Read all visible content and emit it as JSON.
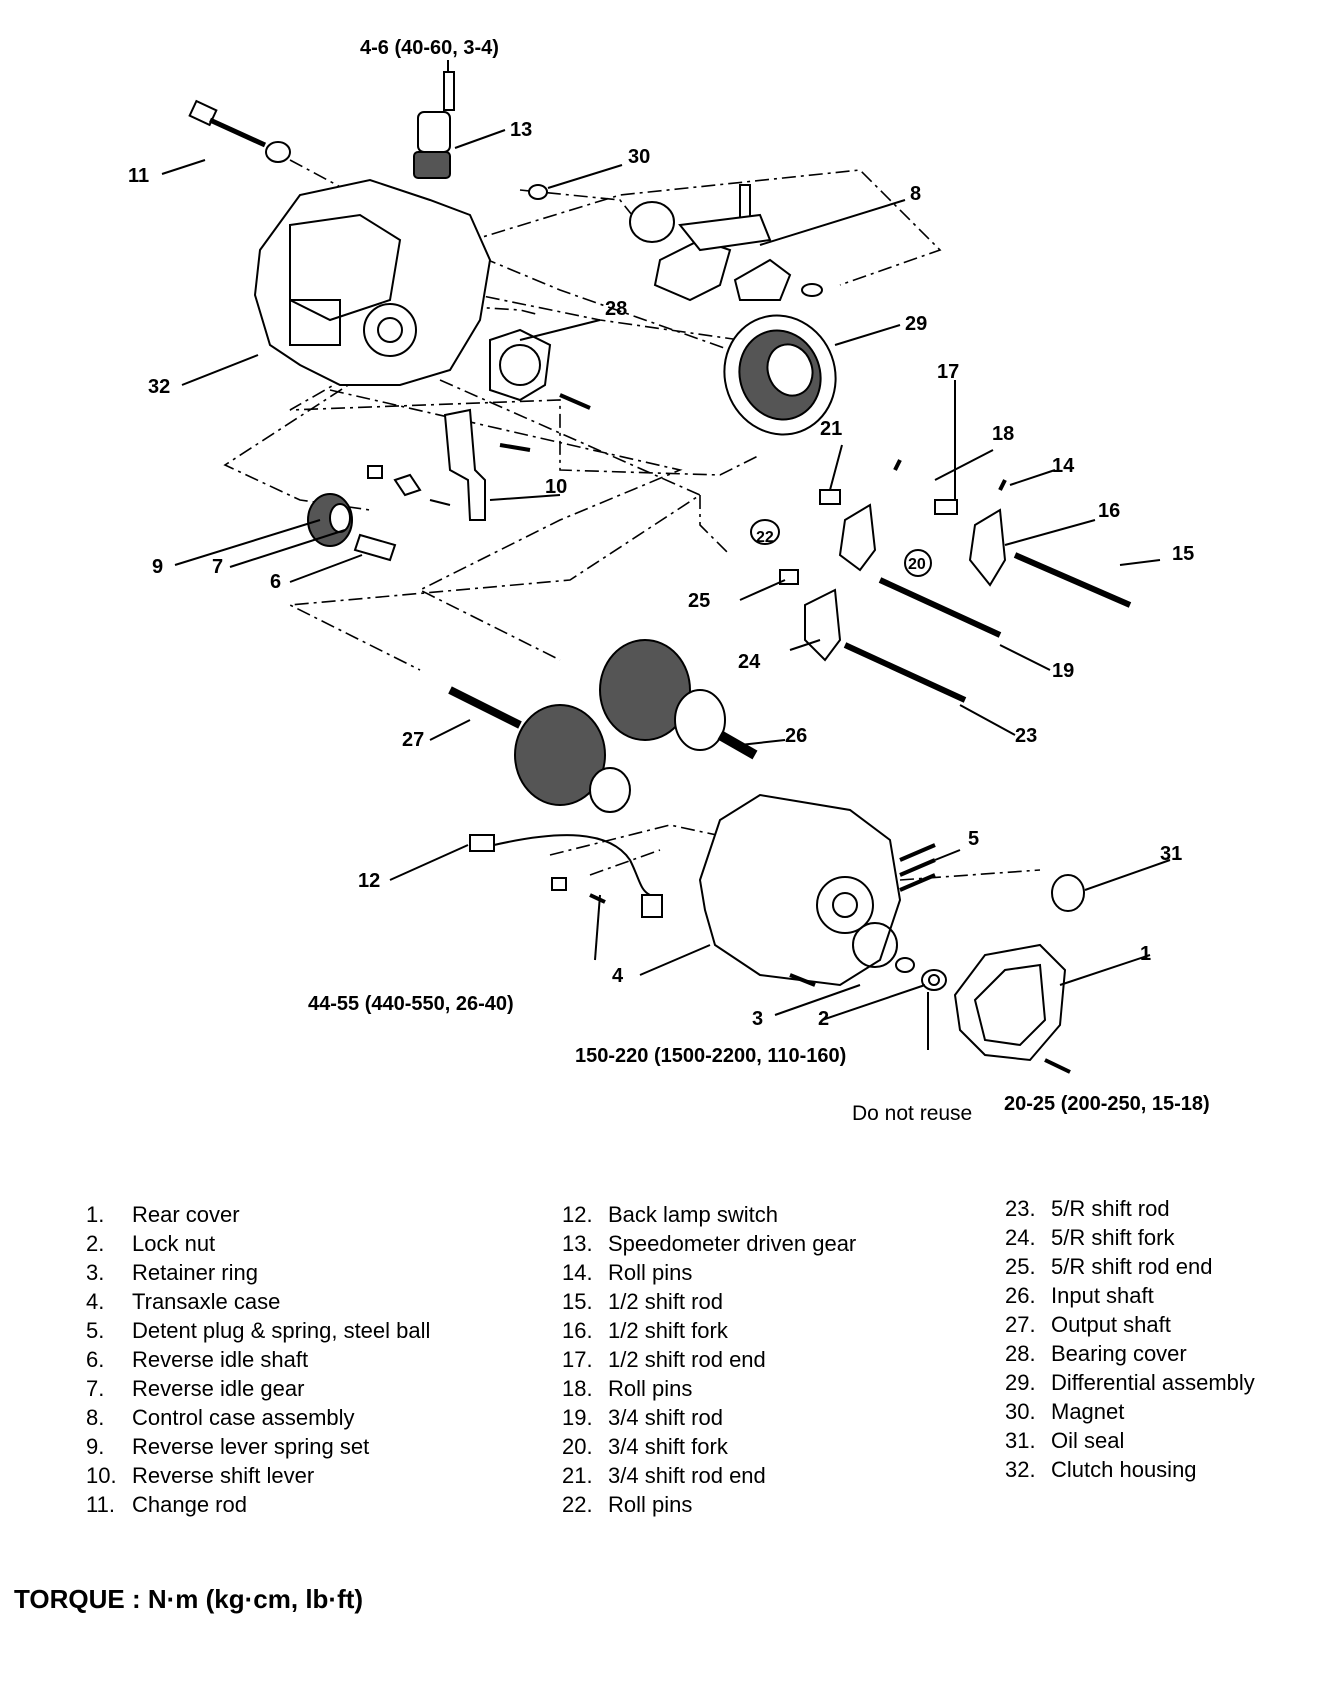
{
  "diagram": {
    "callouts": [
      {
        "id": "c1",
        "text": "1"
      },
      {
        "id": "c2",
        "text": "2"
      },
      {
        "id": "c3",
        "text": "3"
      },
      {
        "id": "c4",
        "text": "4"
      },
      {
        "id": "c5",
        "text": "5"
      },
      {
        "id": "c6",
        "text": "6"
      },
      {
        "id": "c7",
        "text": "7"
      },
      {
        "id": "c8",
        "text": "8"
      },
      {
        "id": "c9",
        "text": "9"
      },
      {
        "id": "c10",
        "text": "10"
      },
      {
        "id": "c11",
        "text": "11"
      },
      {
        "id": "c12",
        "text": "12"
      },
      {
        "id": "c13",
        "text": "13"
      },
      {
        "id": "c14",
        "text": "14"
      },
      {
        "id": "c15",
        "text": "15"
      },
      {
        "id": "c16",
        "text": "16"
      },
      {
        "id": "c17",
        "text": "17"
      },
      {
        "id": "c18",
        "text": "18"
      },
      {
        "id": "c19",
        "text": "19"
      },
      {
        "id": "c20",
        "text": "20"
      },
      {
        "id": "c21",
        "text": "21"
      },
      {
        "id": "c22",
        "text": "22"
      },
      {
        "id": "c23",
        "text": "23"
      },
      {
        "id": "c24",
        "text": "24"
      },
      {
        "id": "c25",
        "text": "25"
      },
      {
        "id": "c26",
        "text": "26"
      },
      {
        "id": "c27",
        "text": "27"
      },
      {
        "id": "c28",
        "text": "28"
      },
      {
        "id": "c29",
        "text": "29"
      },
      {
        "id": "c30",
        "text": "30"
      },
      {
        "id": "c31",
        "text": "31"
      },
      {
        "id": "c32",
        "text": "32"
      }
    ],
    "torques": {
      "speedo_bolt": "4-6 (40-60, 3-4)",
      "switch_bolt": "44-55 (440-550, 26-40)",
      "lock_nut": "150-220 (1500-2200, 110-160)",
      "cover_bolt": "20-25 (200-250, 15-18)"
    },
    "note_do_not_reuse": "Do not reuse"
  },
  "legend": {
    "col1": [
      {
        "num": "1.",
        "label": "Rear cover"
      },
      {
        "num": "2.",
        "label": "Lock nut"
      },
      {
        "num": "3.",
        "label": "Retainer ring"
      },
      {
        "num": "4.",
        "label": "Transaxle case"
      },
      {
        "num": "5.",
        "label": "Detent plug & spring, steel ball"
      },
      {
        "num": "6.",
        "label": "Reverse idle shaft"
      },
      {
        "num": "7.",
        "label": "Reverse idle gear"
      },
      {
        "num": "8.",
        "label": "Control case assembly"
      },
      {
        "num": "9.",
        "label": "Reverse lever spring set"
      },
      {
        "num": "10.",
        "label": "Reverse shift lever"
      },
      {
        "num": "11.",
        "label": "Change rod"
      }
    ],
    "col2": [
      {
        "num": "12.",
        "label": "Back lamp switch"
      },
      {
        "num": "13.",
        "label": "Speedometer driven gear"
      },
      {
        "num": "14.",
        "label": "Roll pins"
      },
      {
        "num": "15.",
        "label": "1/2 shift rod"
      },
      {
        "num": "16.",
        "label": "1/2 shift fork"
      },
      {
        "num": "17.",
        "label": "1/2 shift rod end"
      },
      {
        "num": "18.",
        "label": "Roll pins"
      },
      {
        "num": "19.",
        "label": "3/4 shift rod"
      },
      {
        "num": "20.",
        "label": "3/4 shift fork"
      },
      {
        "num": "21.",
        "label": "3/4 shift rod end"
      },
      {
        "num": "22.",
        "label": "Roll pins"
      }
    ],
    "col3": [
      {
        "num": "23.",
        "label": "5/R shift rod"
      },
      {
        "num": "24.",
        "label": "5/R shift fork"
      },
      {
        "num": "25.",
        "label": "5/R shift rod end"
      },
      {
        "num": "26.",
        "label": "Input shaft"
      },
      {
        "num": "27.",
        "label": "Output shaft"
      },
      {
        "num": "28.",
        "label": "Bearing cover"
      },
      {
        "num": "29.",
        "label": "Differential assembly"
      },
      {
        "num": "30.",
        "label": "Magnet"
      },
      {
        "num": "31.",
        "label": "Oil seal"
      },
      {
        "num": "32.",
        "label": "Clutch housing"
      }
    ]
  },
  "torque_unit": "TORQUE : N·m (kg·cm, lb·ft)"
}
